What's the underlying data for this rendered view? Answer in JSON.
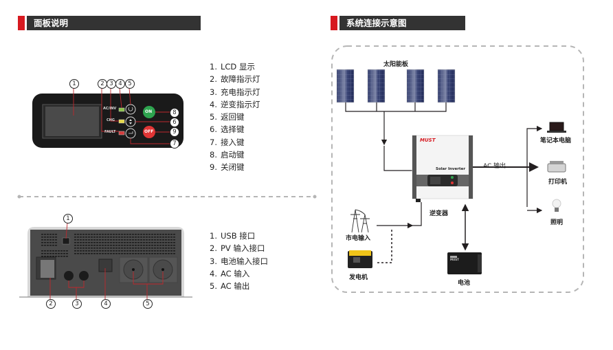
{
  "left_section": {
    "title": "面板说明",
    "front_panel": {
      "indicator_labels": [
        "AC/INV",
        "CHG",
        "FAULT"
      ],
      "on_button": "ON",
      "off_button": "OFF",
      "callouts": [
        "1",
        "2",
        "3",
        "4",
        "5",
        "6",
        "7",
        "8",
        "9"
      ]
    },
    "front_list": [
      {
        "n": "1.",
        "text": "LCD 显示"
      },
      {
        "n": "2.",
        "text": "故障指示灯"
      },
      {
        "n": "3.",
        "text": "充电指示灯"
      },
      {
        "n": "4.",
        "text": "逆变指示灯"
      },
      {
        "n": "5.",
        "text": "返回键"
      },
      {
        "n": "6.",
        "text": "选择键"
      },
      {
        "n": "7.",
        "text": "接入键"
      },
      {
        "n": "8.",
        "text": "启动键"
      },
      {
        "n": "9.",
        "text": "关闭键"
      }
    ],
    "rear_panel": {
      "callouts": [
        "1",
        "2",
        "3",
        "4",
        "5"
      ]
    },
    "rear_list": [
      {
        "n": "1.",
        "text": "USB 接口"
      },
      {
        "n": "2.",
        "text": "PV 输入接口"
      },
      {
        "n": "3.",
        "text": "电池输入接口"
      },
      {
        "n": "4.",
        "text": "AC 输入"
      },
      {
        "n": "5.",
        "text": "AC 输出"
      }
    ]
  },
  "right_section": {
    "title": "系统连接示意图",
    "solar_label": "太阳能板",
    "inverter_brand": "MUST",
    "inverter_model": "Solar Inverter",
    "inverter_label": "逆变器",
    "ac_output_label": "AC 输出",
    "loads": [
      "笔记本电脑",
      "打印机",
      "照明"
    ],
    "grid_label": "市电输入",
    "generator_label": "发电机",
    "battery_label": "电池",
    "battery_brand": "MUST"
  },
  "colors": {
    "accent_red": "#d71920",
    "header_bar": "#333333",
    "divider": "#b5b5b5",
    "line": "#231f20",
    "callout_line": "#c0282d"
  }
}
